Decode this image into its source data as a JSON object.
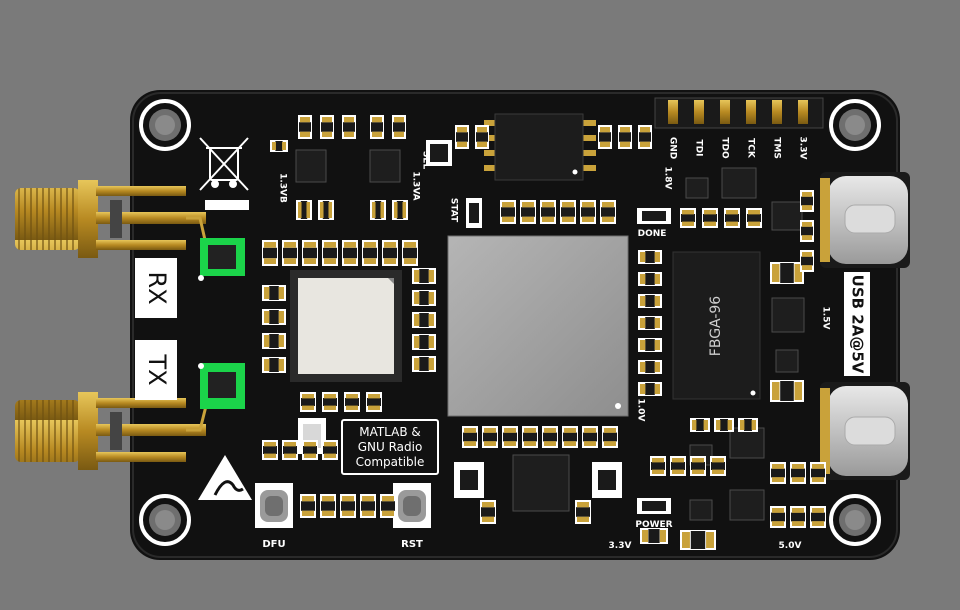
{
  "board": {
    "ports": {
      "rx": "RX",
      "tx": "TX"
    },
    "badge": [
      "MATLAB &",
      "GNU Radio",
      "Compatible"
    ],
    "usb_label": "USB 2A@5V",
    "chip_label": "FBGA-96",
    "leds": {
      "stat": "STAT",
      "done": "DONE",
      "power": "POWER"
    },
    "buttons": {
      "dfu": "DFU",
      "rst": "RST"
    },
    "header_pins": [
      "GND",
      "TDI",
      "TDO",
      "TCK",
      "TMS",
      "3.3V"
    ],
    "rails": {
      "v18": "1.8V",
      "v13vb": "1.3VB",
      "v13va": "1.3VA",
      "sel": "SEL",
      "v15": "1.5V",
      "v10": "1.0V",
      "v33": "3.3V",
      "v50": "5.0V"
    }
  },
  "colors": {
    "background": "#7a7a7a",
    "pcb": "#111111",
    "gold": "#c9a23a",
    "green": "#1bd44a",
    "fpga": "#9c9c9c",
    "silk": "#ffffff"
  }
}
